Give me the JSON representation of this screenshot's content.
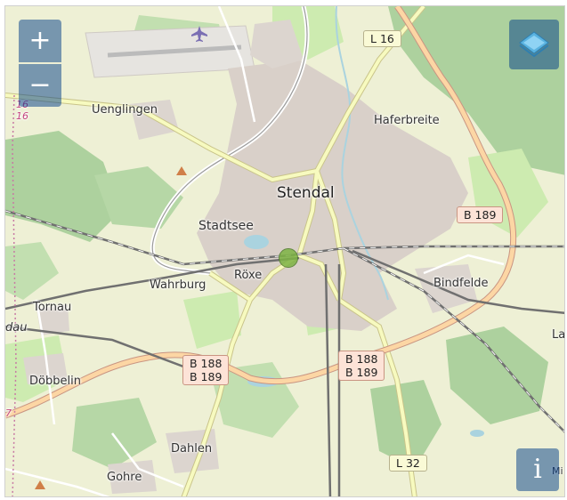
{
  "map": {
    "places": [
      {
        "id": "stendal",
        "name": "Stendal",
        "size": "big"
      },
      {
        "id": "uenglingen",
        "name": "Uenglingen",
        "size": "small"
      },
      {
        "id": "haferbreite",
        "name": "Haferbreite",
        "size": "small"
      },
      {
        "id": "stadtsee",
        "name": "Stadtsee",
        "size": "mid"
      },
      {
        "id": "wahrburg",
        "name": "Wahrburg",
        "size": "small"
      },
      {
        "id": "roxe",
        "name": "Röxe",
        "size": "small"
      },
      {
        "id": "bindfelde",
        "name": "Bindfelde",
        "size": "small"
      },
      {
        "id": "tornau",
        "name": "Tornau",
        "size": "small"
      },
      {
        "id": "dobbelin",
        "name": "Döbbelin",
        "size": "small"
      },
      {
        "id": "dahlen",
        "name": "Dahlen",
        "size": "small"
      },
      {
        "id": "gohre",
        "name": "Gohre",
        "size": "small"
      },
      {
        "id": "la",
        "name": "La",
        "size": "small"
      },
      {
        "id": "dau",
        "name": "dau",
        "size": "small"
      },
      {
        "id": "mi",
        "name": "Mi",
        "size": "small"
      }
    ],
    "road_shields": {
      "l16": "L 16",
      "b189_east": "B 189",
      "b188_west_line1": "B 188",
      "b188_west_line2": "B 189",
      "b188_center_line1": "B 188",
      "b188_center_line2": "B 189",
      "l32": "L 32"
    },
    "edge_labels": {
      "road_number_16_a": "16",
      "road_number_16_b": "16",
      "road_number_7": "7"
    },
    "marker_color": "#7db344"
  },
  "controls": {
    "zoom_in": "+",
    "zoom_out": "−",
    "info": "i",
    "layers_icon": "layers-icon"
  },
  "colors": {
    "land": "#f2efe9",
    "farmland": "#eef0d5",
    "forest": "#add19e",
    "meadow": "#cdebb0",
    "urban": "#d9d0c9",
    "primary_road": "#fcd6a4",
    "secondary_road": "#f7fabf",
    "rail": "#707070",
    "control_bg": "rgba(0,60,136,0.5)"
  }
}
